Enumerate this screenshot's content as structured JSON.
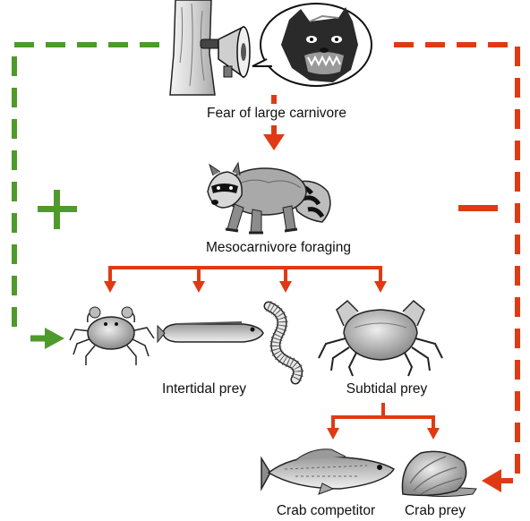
{
  "labels": {
    "fear": "Fear of large carnivore",
    "mesocarnivore": "Mesocarnivore foraging",
    "intertidal": "Intertidal prey",
    "subtidal": "Subtidal prey",
    "competitor": "Crab competitor",
    "crab_prey": "Crab prey"
  },
  "effects": {
    "positive_sign": "+",
    "negative_sign": "−"
  },
  "colors": {
    "positive": "#4f9a2c",
    "negative": "#e03a14",
    "ink": "#111111"
  },
  "icons": {
    "speaker": "loudspeaker-on-tree-icon",
    "carnivore": "snarling-carnivore-icon",
    "raccoon": "raccoon-icon",
    "shore_crab": "shore-crab-icon",
    "fish": "eel-fish-icon",
    "worm": "polychaete-worm-icon",
    "subtidal_crab": "rock-crab-icon",
    "sculpin": "sculpin-fish-icon",
    "snail": "whelk-snail-icon"
  }
}
